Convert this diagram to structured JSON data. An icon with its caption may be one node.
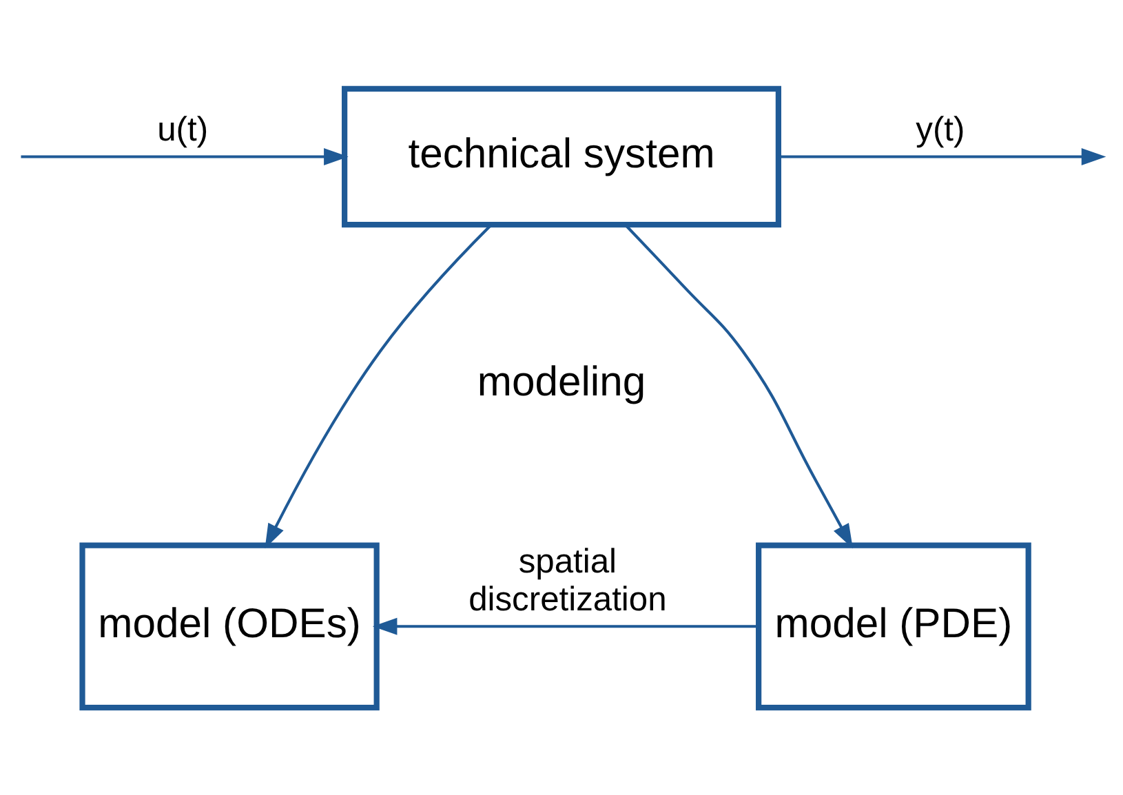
{
  "diagram": {
    "nodes": [
      {
        "text": [
          "technical system"
        ]
      },
      {
        "text": [
          "model (ODEs)"
        ]
      },
      {
        "text": [
          "model (PDE)"
        ]
      }
    ],
    "edges": [
      {
        "from": 0,
        "to": null,
        "arrow": "to",
        "label": "y(t)"
      },
      {
        "from": null,
        "to": 0,
        "arrow": "to",
        "label": "u(t)"
      },
      {
        "from": 0,
        "to": 1,
        "arrow": "to"
      },
      {
        "from": 0,
        "to": 2,
        "arrow": "to"
      },
      {
        "from": 2,
        "to": 1,
        "arrow": "to",
        "label": "spatial discretization"
      }
    ],
    "labels": [
      "modeling"
    ]
  }
}
